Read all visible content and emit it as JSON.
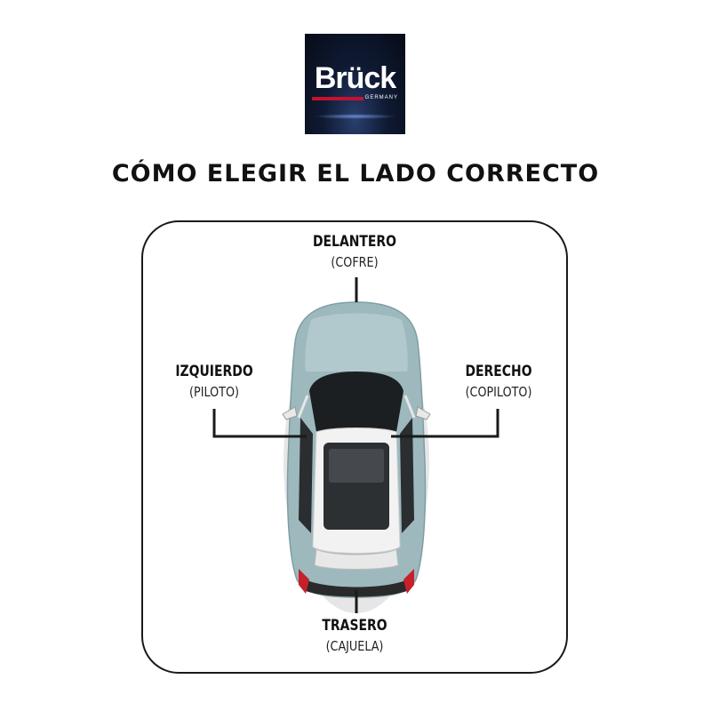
{
  "logo": {
    "brand": "Brück",
    "sub": "GERMANY"
  },
  "title": "CÓMO ELEGIR EL LADO CORRECTO",
  "labels": {
    "front": {
      "main": "DELANTERO",
      "sub": "(COFRE)"
    },
    "left": {
      "main": "IZQUIERDO",
      "sub": "(PILOTO)"
    },
    "right": {
      "main": "DERECHO",
      "sub": "(COPILOTO)"
    },
    "rear": {
      "main": "TRASERO",
      "sub": "(CAJUELA)"
    }
  },
  "colors": {
    "car_body": "#9db9bd",
    "car_roof": "#f2f2f2",
    "tail_light": "#c8202a",
    "logo_red": "#c4122f"
  }
}
